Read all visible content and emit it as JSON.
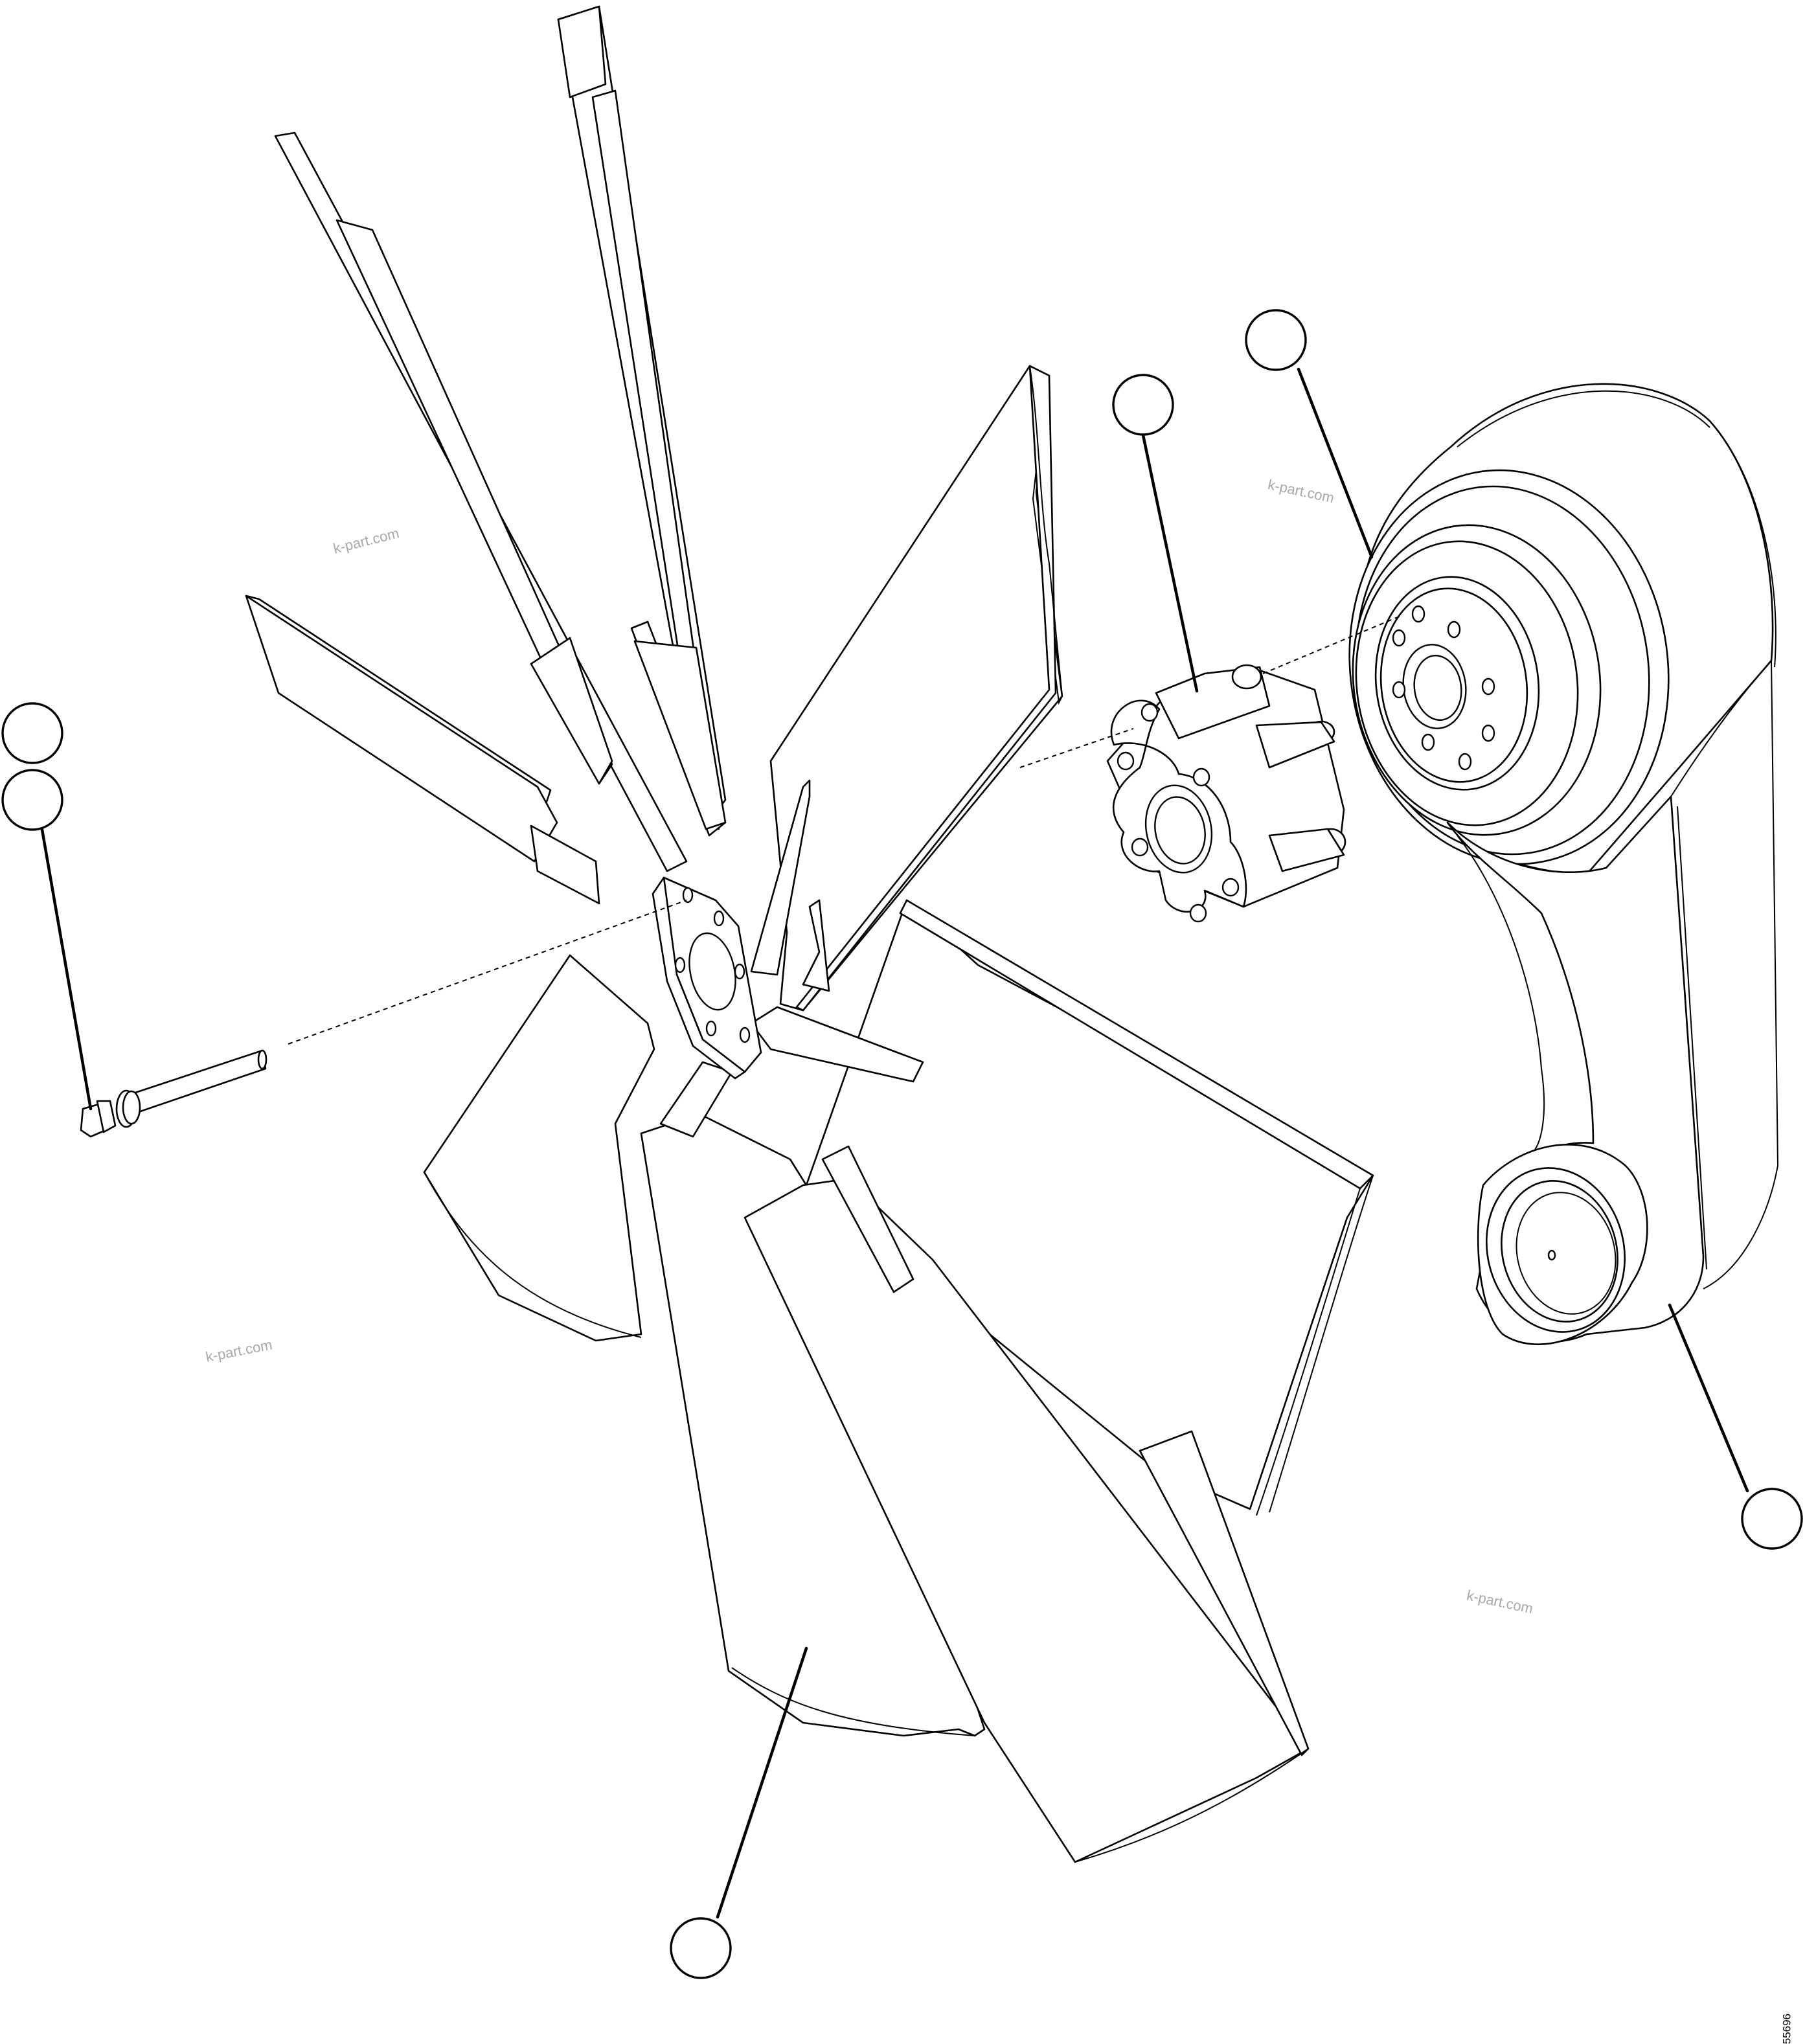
{
  "diagram": {
    "kind": "exploded parts view",
    "parts": [
      {
        "name": "fan",
        "callout": ""
      },
      {
        "name": "spacer",
        "callout": ""
      },
      {
        "name": "fan-drive-pulley",
        "callout": ""
      },
      {
        "name": "support-bracket",
        "callout": ""
      },
      {
        "name": "bolt",
        "callout": ""
      },
      {
        "name": "washer",
        "callout": ""
      }
    ]
  },
  "watermark": "k-part.com",
  "drawing_code": "55696",
  "colors": {
    "line": "#000000",
    "background": "#ffffff",
    "watermark": "#a8a8a8"
  }
}
